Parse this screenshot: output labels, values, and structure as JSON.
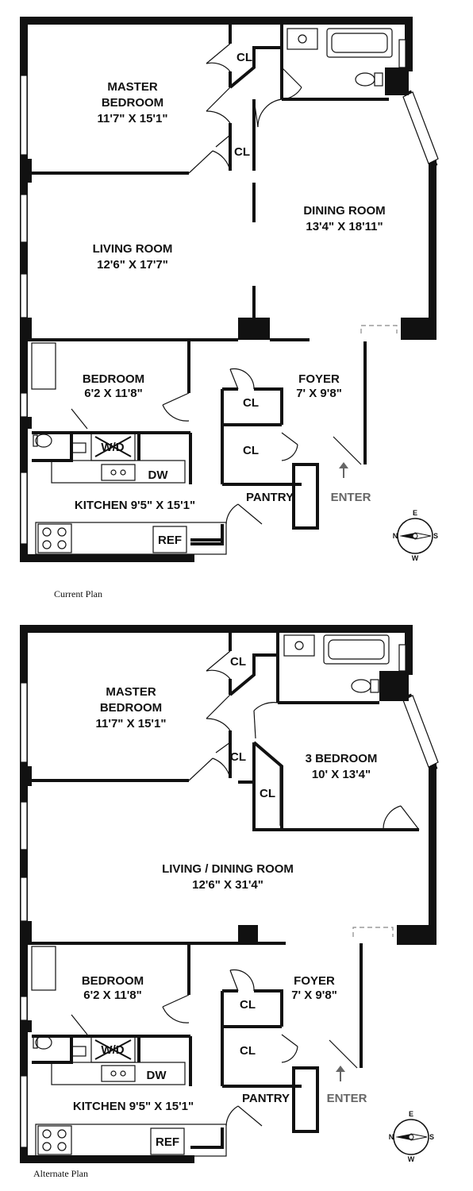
{
  "plans": [
    {
      "caption": "Current Plan",
      "rooms": {
        "master_bedroom": [
          "MASTER",
          "BEDROOM",
          "11'7\" X 15'1\""
        ],
        "dining_room": [
          "DINING ROOM",
          "13'4\" X 18'11\""
        ],
        "living_room": [
          "LIVING ROOM",
          "12'6\" X 17'7\""
        ],
        "bedroom": [
          "BEDROOM",
          "6'2 X 11'8\""
        ],
        "foyer": [
          "FOYER",
          "7' X 9'8\""
        ],
        "kitchen": "KITCHEN 9'5\" X 15'1\"",
        "pantry": "PANTRY"
      },
      "closets": [
        "CL",
        "CL",
        "CL",
        "CL"
      ],
      "fixtures": {
        "wd": "W/D",
        "dw": "DW",
        "ref": "REF"
      },
      "enter": "ENTER"
    },
    {
      "caption": "Alternate Plan",
      "rooms": {
        "master_bedroom": [
          "MASTER",
          "BEDROOM",
          "11'7\" X 15'1\""
        ],
        "third_bedroom": [
          "3 BEDROOM",
          "10' X 13'4\""
        ],
        "living_dining": [
          "LIVING / DINING ROOM",
          "12'6\" X 31'4\""
        ],
        "bedroom": [
          "BEDROOM",
          "6'2 X 11'8\""
        ],
        "foyer": [
          "FOYER",
          "7' X 9'8\""
        ],
        "kitchen": "KITCHEN 9'5\" X 15'1\"",
        "pantry": "PANTRY"
      },
      "closets": [
        "CL",
        "CL",
        "CL",
        "CL",
        "CL"
      ],
      "fixtures": {
        "wd": "W/D",
        "dw": "DW",
        "ref": "REF"
      },
      "enter": "ENTER"
    }
  ],
  "compass": {
    "n": "N",
    "e": "E",
    "s": "S",
    "w": "W"
  }
}
